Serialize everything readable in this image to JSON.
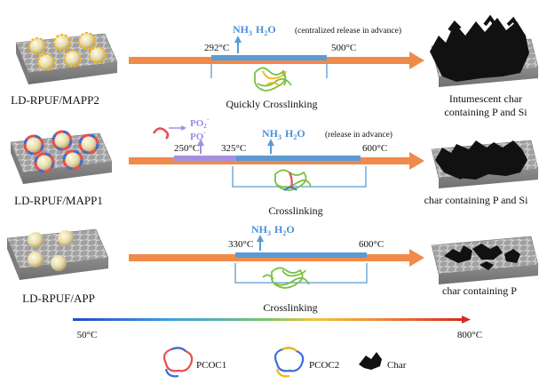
{
  "rows": [
    {
      "sample_label": "LD-RPUF/MAPP2",
      "release_gas": "NH",
      "release_gas_sub": "3",
      "release_gas2": "H",
      "release_gas2_sub": "2",
      "release_gas2_tail": "O",
      "release_note": "(centralized release in advance)",
      "temp_start": "292°C",
      "temp_end": "500°C",
      "process": "Quickly Crosslinking",
      "char_label_line1": "Intumescent char",
      "char_label_line2": "containing P and Si"
    },
    {
      "sample_label": "LD-RPUF/MAPP1",
      "radical1": "PO",
      "radical1_sup": "2",
      "radical1_charge": "·",
      "radical2": "PO",
      "radical2_charge": "·",
      "release_gas": "NH",
      "release_gas_sub": "3",
      "release_gas2": "H",
      "release_gas2_sub": "2",
      "release_gas2_tail": "O",
      "release_note": "(release in advance)",
      "temp_pre": "250°C",
      "temp_start": "325°C",
      "temp_end": "600°C",
      "process": "Crosslinking",
      "char_label": "char containing P and Si"
    },
    {
      "sample_label": "LD-RPUF/APP",
      "release_gas": "NH",
      "release_gas_sub": "3",
      "release_gas2": "H",
      "release_gas2_sub": "2",
      "release_gas2_tail": "O",
      "temp_start": "330°C",
      "temp_end": "600°C",
      "process": "Crosslinking",
      "char_label": "char containing  P"
    }
  ],
  "temperature_scale": {
    "start": "50°C",
    "end": "800°C"
  },
  "legend": {
    "items": [
      {
        "label": "PCOC1"
      },
      {
        "label": "PCOC2"
      },
      {
        "label": "Char"
      }
    ]
  },
  "colors": {
    "arrow_orange": "#f08a4b",
    "bar_blue": "#5b9bd5",
    "bar_purple": "#a58ee0",
    "text_blue": "#4a90d9",
    "text_purple": "#9a8ae6",
    "crosslink_green": "#7ac143",
    "pcoc1_red": "#e3504f",
    "pcoc1_blue": "#3c6fd6",
    "pcoc2_yellow": "#f4b41a",
    "char_black": "#111111",
    "foam_gray": "#9a9a9a",
    "bead_cream": "#efe6b6"
  }
}
